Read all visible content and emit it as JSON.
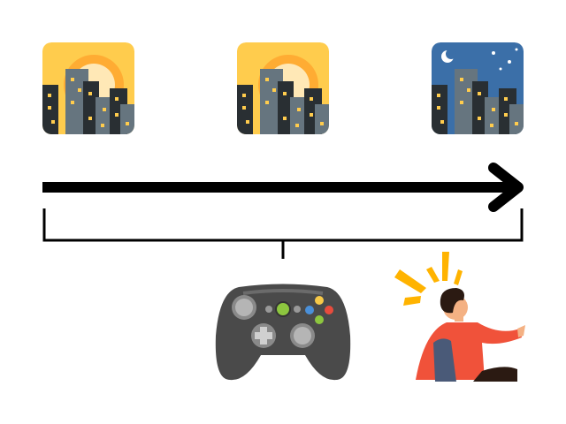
{
  "scenes": [
    {
      "icon": "sunrise-city-icon",
      "time": "day"
    },
    {
      "icon": "sunrise-city-icon",
      "time": "day"
    },
    {
      "icon": "night-city-icon",
      "time": "night"
    }
  ],
  "timeline": {
    "icon": "arrow-right-icon"
  },
  "activity": {
    "icon": "game-controller-icon"
  },
  "reaction": {
    "icon": "startled-person-icon"
  },
  "colors": {
    "day_sky": "#FFCC4D",
    "sun": "#FFAC33",
    "night_sky": "#3B6FA8",
    "building_dark": "#292F33",
    "building_mid": "#66757F",
    "window": "#FFCC4D",
    "line": "#000000",
    "controller": "#4A4A4A",
    "shirt": "#F0523A",
    "chair": "#4A5A78"
  }
}
